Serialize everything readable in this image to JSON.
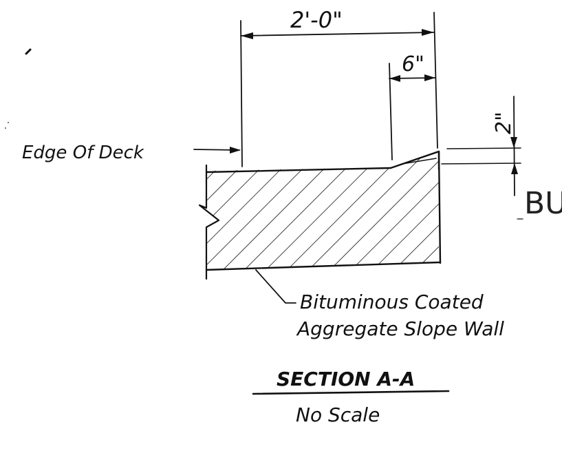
{
  "dimensions": {
    "overall_width": "2'-0\"",
    "lip_width": "6\"",
    "lip_height": "2\""
  },
  "labels": {
    "edge_of_deck": "Edge Of Deck",
    "material_line1": "Bituminous Coated",
    "material_line2": "Aggregate Slope Wall",
    "handwritten_note": "BU"
  },
  "title": {
    "section": "SECTION A-A",
    "scale": "No Scale"
  }
}
